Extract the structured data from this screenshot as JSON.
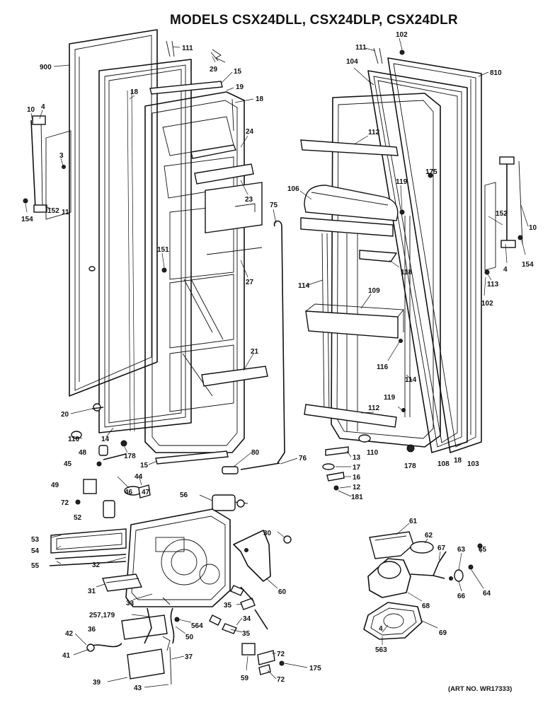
{
  "title": "MODELS CSX24DLL, CSX24DLP, CSX24DLR",
  "art_number": "(ART NO. WR17333)",
  "callouts": [
    "900",
    "111",
    "29",
    "15",
    "19",
    "18",
    "18",
    "10",
    "4",
    "3",
    "152",
    "154",
    "11",
    "24",
    "23",
    "151",
    "27",
    "21",
    "20",
    "14",
    "110",
    "178",
    "15",
    "80",
    "76",
    "75",
    "102",
    "111",
    "104",
    "810",
    "112",
    "175",
    "106",
    "119",
    "118",
    "114",
    "109",
    "116",
    "114",
    "119",
    "112",
    "110",
    "178",
    "108",
    "18",
    "103",
    "10",
    "152",
    "4",
    "154",
    "113",
    "102",
    "13",
    "17",
    "16",
    "12",
    "181",
    "48",
    "45",
    "44",
    "49",
    "46",
    "47",
    "72",
    "52",
    "56",
    "53",
    "54",
    "55",
    "32",
    "30",
    "31",
    "33",
    "60",
    "257,179",
    "35",
    "36",
    "564",
    "50",
    "34",
    "35",
    "42",
    "41",
    "37",
    "39",
    "43",
    "72",
    "175",
    "72",
    "59",
    "61",
    "62",
    "67",
    "63",
    "65",
    "66",
    "64",
    "68",
    "69",
    "4",
    "563"
  ]
}
